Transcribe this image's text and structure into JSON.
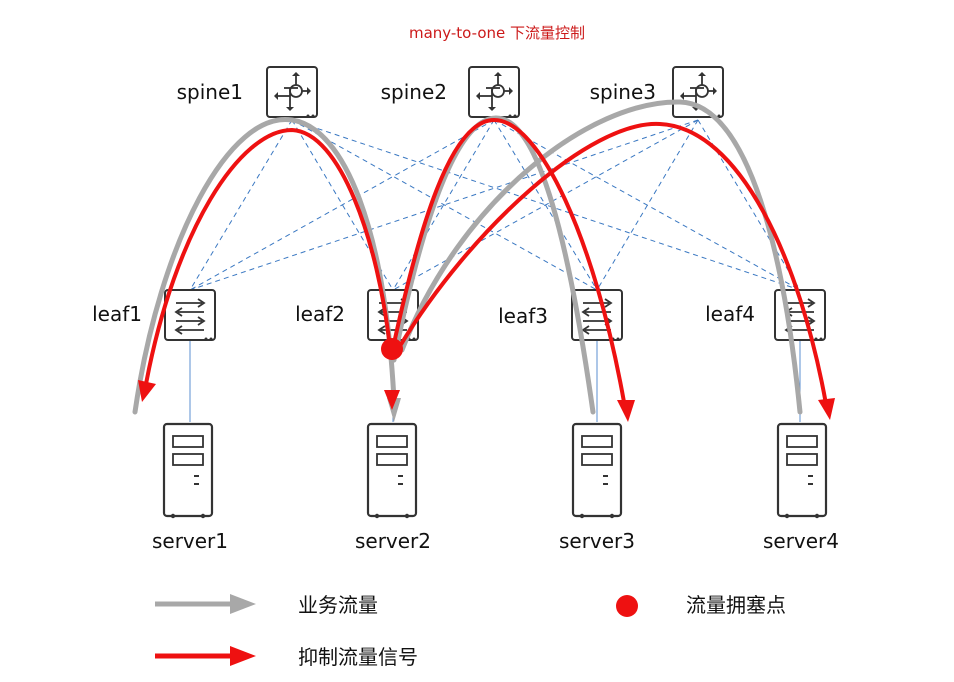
{
  "title": "many-to-one 下流量控制",
  "spines": [
    {
      "id": "spine1",
      "label": "spine1"
    },
    {
      "id": "spine2",
      "label": "spine2"
    },
    {
      "id": "spine3",
      "label": "spine3"
    }
  ],
  "leaves": [
    {
      "id": "leaf1",
      "label": "leaf1"
    },
    {
      "id": "leaf2",
      "label": "leaf2"
    },
    {
      "id": "leaf3",
      "label": "leaf3"
    },
    {
      "id": "leaf4",
      "label": "leaf4"
    }
  ],
  "servers": [
    {
      "id": "server1",
      "label": "server1"
    },
    {
      "id": "server2",
      "label": "server2"
    },
    {
      "id": "server3",
      "label": "server3"
    },
    {
      "id": "server4",
      "label": "server4"
    }
  ],
  "legend": {
    "business_traffic": "业务流量",
    "suppression_signal": "抑制流量信号",
    "congestion_point": "流量拥塞点"
  },
  "colors": {
    "business_traffic": "#a8a8a8",
    "suppression_signal": "#ee1111",
    "congestion_point": "#ee1111",
    "links": "#3a78c2",
    "title": "#cc1a1a"
  },
  "icons": {
    "spine": "router-icon",
    "leaf": "switch-icon",
    "server": "server-icon"
  }
}
